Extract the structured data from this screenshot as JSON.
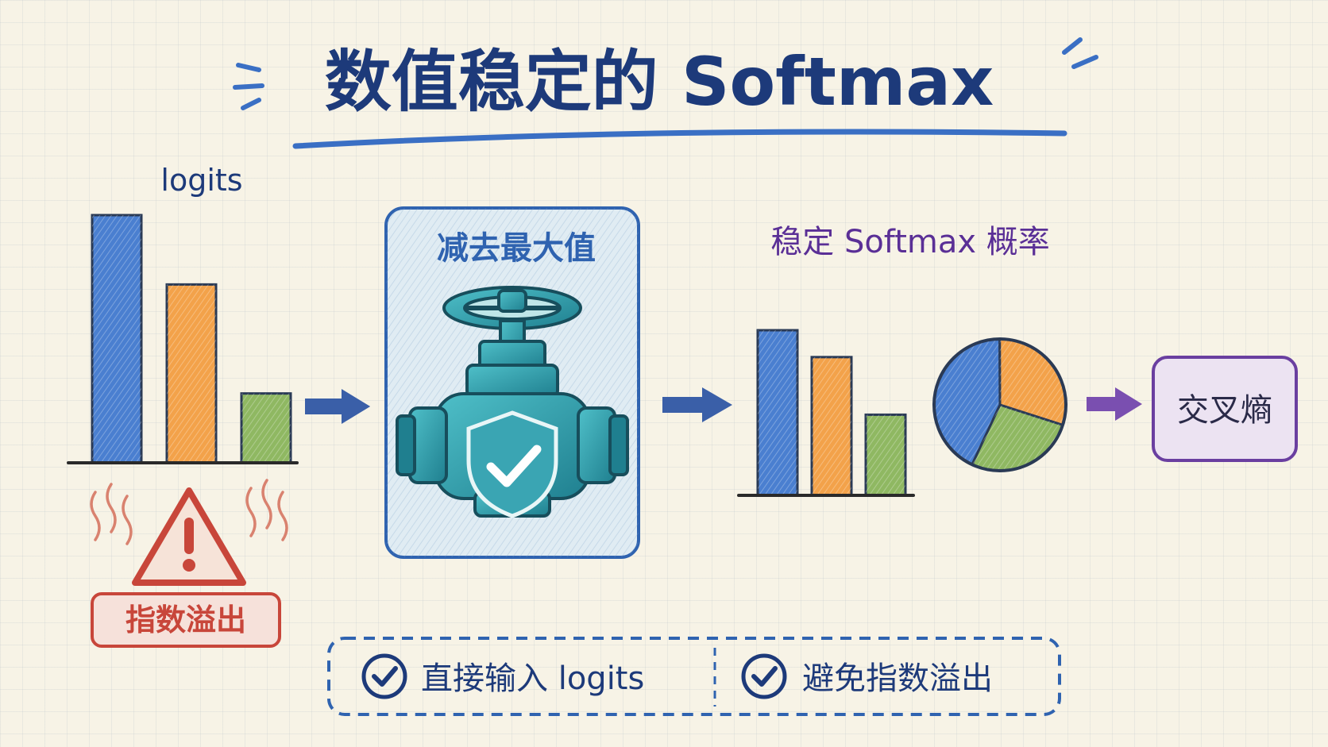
{
  "title": "数值稳定的 Softmax",
  "logits_label": "logits",
  "valve_label": "减去最大值",
  "stable_label": "稳定 Softmax 概率",
  "warning_label": "指数溢出",
  "cross_entropy_label": "交叉熵",
  "benefits": [
    "直接输入 logits",
    "避免指数溢出"
  ],
  "colors": {
    "title": "#1d3a7a",
    "accent_blue": "#3a6fc4",
    "bar_blue": "#4a7fd0",
    "bar_orange": "#f3a24a",
    "bar_green": "#8fb862",
    "warning_red": "#c8463a",
    "purple": "#6a3fa0",
    "valve_teal": "#2c9aa8"
  },
  "chart_data": [
    {
      "type": "bar",
      "name": "logits",
      "values": [
        1.0,
        0.72,
        0.28
      ],
      "colors": [
        "#4a7fd0",
        "#f3a24a",
        "#8fb862"
      ]
    },
    {
      "type": "bar",
      "name": "stable-bars",
      "values": [
        0.43,
        0.36,
        0.21
      ],
      "colors": [
        "#4a7fd0",
        "#f3a24a",
        "#8fb862"
      ]
    },
    {
      "type": "pie",
      "name": "stable-pie",
      "values": [
        0.43,
        0.3,
        0.27
      ],
      "colors": [
        "#4a7fd0",
        "#f3a24a",
        "#8fb862"
      ]
    }
  ]
}
